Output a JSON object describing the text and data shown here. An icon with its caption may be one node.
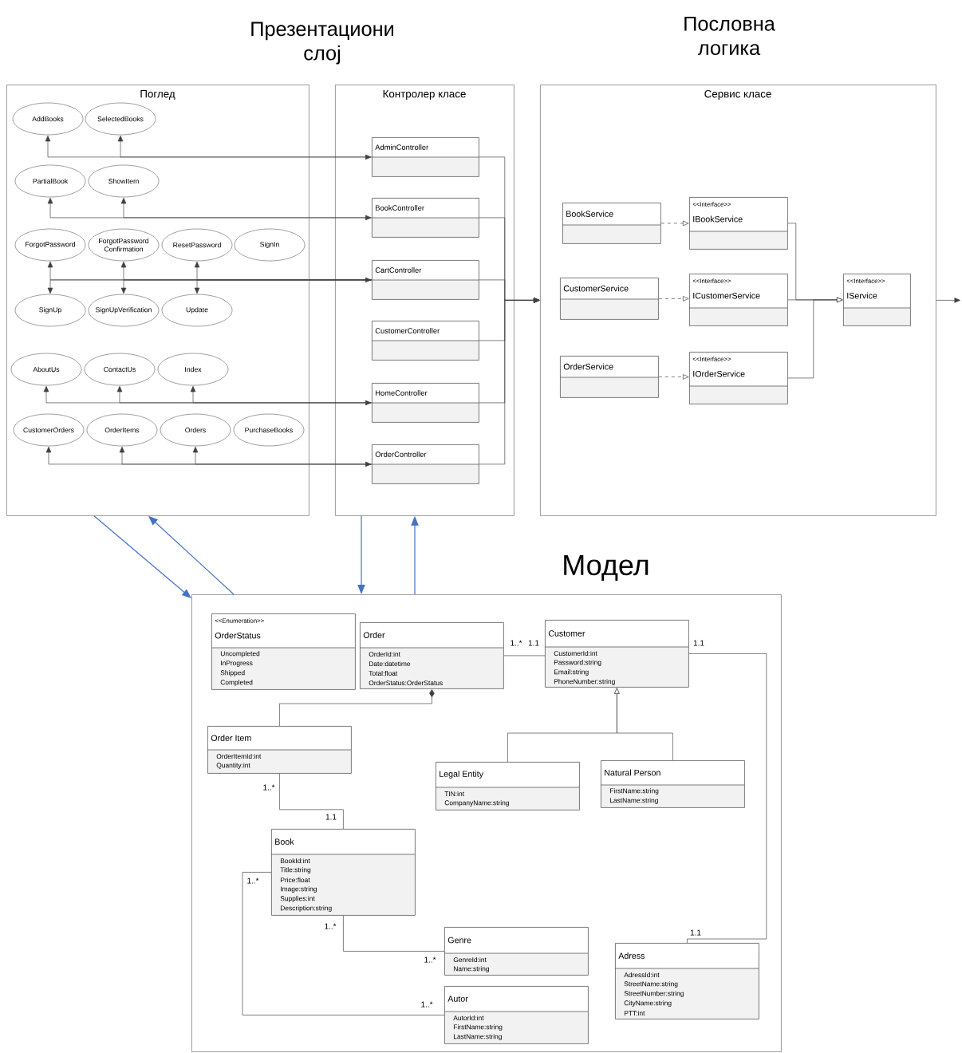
{
  "diagram": {
    "nodes": [
      {
        "text": [
          "Поглед"
        ]
      },
      {
        "text": [
          "AddBooks"
        ],
        "in": 0
      },
      {
        "text": [
          "SelectedBooks"
        ],
        "in": 0
      },
      {
        "text": [
          "PartialBook"
        ],
        "in": 0
      },
      {
        "text": [
          "ShowItem"
        ],
        "in": 0
      },
      {
        "text": [
          "ForgotPassword"
        ],
        "in": 0
      },
      {
        "text": [
          "ForgotPassword Confirmation"
        ],
        "in": 0
      },
      {
        "text": [
          "ResetPassword"
        ],
        "in": 0
      },
      {
        "text": [
          "SignIn"
        ],
        "in": 0
      },
      {
        "text": [
          "SignUp"
        ],
        "in": 0
      },
      {
        "text": [
          "SignUpVerification"
        ],
        "in": 0
      },
      {
        "text": [
          "Update"
        ],
        "in": 0
      },
      {
        "text": [
          "AboutUs"
        ],
        "in": 0
      },
      {
        "text": [
          "ContactUs"
        ],
        "in": 0
      },
      {
        "text": [
          "Index"
        ],
        "in": 0
      },
      {
        "text": [
          "CustomerOrders"
        ],
        "in": 0
      },
      {
        "text": [
          "OrderItems"
        ],
        "in": 0
      },
      {
        "text": [
          "Orders"
        ],
        "in": 0
      },
      {
        "text": [
          "PurchaseBooks"
        ],
        "in": 0
      },
      {
        "text": [
          "Контролер класе"
        ]
      },
      {
        "text": [
          "AdminController"
        ],
        "in": 19
      },
      {
        "text": [
          "BookController"
        ],
        "in": 19
      },
      {
        "text": [
          "CartController"
        ],
        "in": 19
      },
      {
        "text": [
          "CustomerController"
        ],
        "in": 19
      },
      {
        "text": [
          "HomeController"
        ],
        "in": 19
      },
      {
        "text": [
          "OrderController"
        ],
        "in": 19
      },
      {
        "text": [
          "Сервис класе"
        ]
      },
      {
        "text": [
          "BookService"
        ],
        "in": 26
      },
      {
        "text": [
          "<<Interface>>",
          "IBookService"
        ],
        "in": 26
      },
      {
        "text": [
          "CustomerService"
        ],
        "in": 26
      },
      {
        "text": [
          "<<Interface>>",
          "ICustomerService"
        ],
        "in": 26
      },
      {
        "text": [
          "OrderService"
        ],
        "in": 26
      },
      {
        "text": [
          "<<Interface>>",
          "IOrderService"
        ],
        "in": 26
      },
      {
        "text": [
          "<<Interface>>",
          "IService"
        ],
        "in": 26
      },
      {
        "text": [
          "Модел"
        ]
      },
      {
        "text": [
          "<<Enumeration>>",
          "OrderStatus",
          "Uncompleted",
          "InProgress",
          "Shipped",
          "Completed"
        ],
        "in": 34
      },
      {
        "text": [
          "Order",
          "OrderId:int",
          "Date:datetime",
          "Total:float",
          "OrderStatus:OrderStatus"
        ],
        "in": 34
      },
      {
        "text": [
          "Customer",
          "CustomerId:int",
          "Password:string",
          "Email:string",
          "PhoneNumber:string"
        ],
        "in": 34
      },
      {
        "text": [
          "Order Item",
          "OrderItemId:int",
          "Quantity:int"
        ],
        "in": 34
      },
      {
        "text": [
          "Legal Entity",
          "TIN:int",
          "CompanyName:string"
        ],
        "in": 34
      },
      {
        "text": [
          "Natural Person",
          "FirstName:string",
          "LastName:string"
        ],
        "in": 34
      },
      {
        "text": [
          "Book",
          "BookId:int",
          "Title:string",
          "Price:float",
          "Image:string",
          "Supplies:int",
          "Description:string"
        ],
        "in": 34
      },
      {
        "text": [
          "Genre",
          "GenreId:int",
          "Name:string"
        ],
        "in": 34
      },
      {
        "text": [
          "Autor",
          "AutorId:int",
          "FirstName:string",
          "LastName:string"
        ],
        "in": 34
      },
      {
        "text": [
          "Adress",
          "AdressId:int",
          "StreetName:string",
          "StreetNumber:string",
          "CityName:string",
          "PTT:int"
        ],
        "in": 34
      }
    ],
    "edges": [
      {
        "from": 20,
        "to": 1,
        "arrow": "both"
      },
      {
        "from": 20,
        "to": 2,
        "arrow": "to"
      },
      {
        "from": 21,
        "to": 3,
        "arrow": "both"
      },
      {
        "from": 21,
        "to": 4,
        "arrow": "to"
      },
      {
        "from": 22,
        "to": 5,
        "arrow": "both"
      },
      {
        "from": 22,
        "to": 6,
        "arrow": "to"
      },
      {
        "from": 22,
        "to": 7,
        "arrow": "to"
      },
      {
        "from": 22,
        "to": 9,
        "arrow": "to"
      },
      {
        "from": 22,
        "to": 10,
        "arrow": "to"
      },
      {
        "from": 22,
        "to": 11,
        "arrow": "to"
      },
      {
        "from": 24,
        "to": 12,
        "arrow": "both"
      },
      {
        "from": 24,
        "to": 13,
        "arrow": "to"
      },
      {
        "from": 24,
        "to": 14,
        "arrow": "to"
      },
      {
        "from": 25,
        "to": 15,
        "arrow": "both"
      },
      {
        "from": 25,
        "to": 16,
        "arrow": "to"
      },
      {
        "from": 25,
        "to": 17,
        "arrow": "to"
      },
      {
        "from": 20,
        "to": 26,
        "arrow": "to"
      },
      {
        "from": 21,
        "to": 26,
        "arrow": "to"
      },
      {
        "from": 22,
        "to": 26,
        "arrow": "to"
      },
      {
        "from": 23,
        "to": 26,
        "arrow": "to"
      },
      {
        "from": 24,
        "to": 26,
        "arrow": "to"
      },
      {
        "from": 25,
        "to": 26,
        "arrow": "to"
      },
      {
        "from": 26,
        "to": null,
        "arrow": "to"
      },
      {
        "from": 27,
        "to": 28,
        "arrow": "to",
        "style": "dashed"
      },
      {
        "from": 29,
        "to": 30,
        "arrow": "to",
        "style": "dashed"
      },
      {
        "from": 31,
        "to": 32,
        "arrow": "to",
        "style": "dashed"
      },
      {
        "from": 28,
        "to": 33,
        "arrow": "to"
      },
      {
        "from": 30,
        "to": 33,
        "arrow": "to"
      },
      {
        "from": 32,
        "to": 33,
        "arrow": "to"
      },
      {
        "from": 0,
        "to": 34,
        "arrow": "to",
        "color": "#4472c4"
      },
      {
        "from": 34,
        "to": 0,
        "arrow": "to",
        "color": "#4472c4"
      },
      {
        "from": 19,
        "to": 34,
        "arrow": "to",
        "color": "#4472c4"
      },
      {
        "from": 34,
        "to": 19,
        "arrow": "to",
        "color": "#4472c4"
      },
      {
        "from": 36,
        "to": 37,
        "arrow": "none"
      },
      {
        "from": 37,
        "to": 44,
        "arrow": "none"
      },
      {
        "from": 38,
        "to": 36,
        "arrow": "other"
      },
      {
        "from": 39,
        "to": 37,
        "arrow": "to"
      },
      {
        "from": 40,
        "to": 37,
        "arrow": "to"
      },
      {
        "from": 38,
        "to": 41,
        "arrow": "none"
      },
      {
        "from": 41,
        "to": 42,
        "arrow": "none"
      },
      {
        "from": 41,
        "to": 43,
        "arrow": "none"
      }
    ],
    "labels": [
      "Презентациони слој",
      "Пословна логика",
      "1..*",
      "1.1",
      "1.1",
      "1..*",
      "1.1",
      "1..*",
      "1..*",
      "1.1",
      "1..*",
      "1..*"
    ]
  }
}
